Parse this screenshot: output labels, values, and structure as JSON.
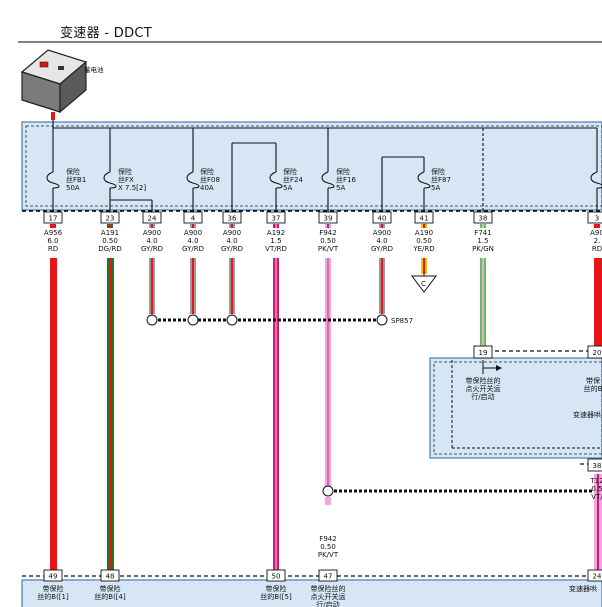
{
  "page": {
    "title": "变速器 - DDCT"
  },
  "battery": {
    "label": "蓄电池"
  },
  "fuses": [
    {
      "line1": "保险",
      "line2": "丝FB1",
      "line3": "50A"
    },
    {
      "line1": "保险",
      "line2": "丝FX",
      "line3": "X 7.5[2]"
    },
    {
      "line1": "保险",
      "line2": "丝F08",
      "line3": "40A"
    },
    {
      "line1": "保险",
      "line2": "丝F24",
      "line3": "5A"
    },
    {
      "line1": "保险",
      "line2": "丝F16",
      "line3": "5A"
    },
    {
      "line1": "保险",
      "line2": "丝F87",
      "line3": "5A"
    }
  ],
  "pins_top": [
    {
      "pin": "17",
      "code": "A956",
      "gauge": "6.0",
      "color": "RD"
    },
    {
      "pin": "23",
      "code": "A191",
      "gauge": "0.50",
      "color": "DG/RD"
    },
    {
      "pin": "24",
      "code": "A900",
      "gauge": "4.0",
      "color": "GY/RD"
    },
    {
      "pin": "4",
      "code": "A900",
      "gauge": "4.0",
      "color": "GY/RD"
    },
    {
      "pin": "36",
      "code": "A900",
      "gauge": "4.0",
      "color": "GY/RD"
    },
    {
      "pin": "37",
      "code": "A192",
      "gauge": "1.5",
      "color": "VT/RD"
    },
    {
      "pin": "39",
      "code": "F942",
      "gauge": "0.50",
      "color": "PK/VT"
    },
    {
      "pin": "40",
      "code": "A900",
      "gauge": "4.0",
      "color": "GY/RD"
    },
    {
      "pin": "41",
      "code": "A190",
      "gauge": "0.50",
      "color": "YE/RD"
    },
    {
      "pin": "38",
      "code": "F741",
      "gauge": "1.5",
      "color": "PK/GN"
    },
    {
      "pin": "3",
      "code": "A90",
      "gauge": "2.",
      "color": "RD"
    }
  ],
  "connector_c": {
    "label": "C"
  },
  "splice": {
    "label": "SP857"
  },
  "module_mid": {
    "pin_left": "19",
    "pin_right": "20",
    "label_left_1": "带保险丝的",
    "label_left_2": "点火开关运",
    "label_left_3": "行/启动",
    "label_right_1": "带保",
    "label_right_2": "丝的B",
    "label_module": "变速器哄",
    "pin_below": "38",
    "wire_below_code": "T12",
    "wire_below_gauge": "0.5",
    "wire_below_color": "VT/"
  },
  "wire_f942_lower": {
    "code": "F942",
    "gauge": "0.50",
    "color": "PK/VT"
  },
  "pins_bottom": [
    {
      "pin": "49",
      "line1": "带保险",
      "line2": "丝的B([1]"
    },
    {
      "pin": "48",
      "line1": "带保险",
      "line2": "丝的B([4]"
    },
    {
      "pin": "50",
      "line1": "带保险",
      "line2": "丝的B([5]"
    },
    {
      "pin": "47",
      "line1": "带保险丝的",
      "line2": "点火开关运",
      "line3": "行/启动"
    },
    {
      "pin": "24",
      "line1": "变速器哄"
    }
  ],
  "colors": {
    "red": "#e8141a",
    "dark_green": "#1f7a1f",
    "gray": "#9a9a9a",
    "violet": "#c0208a",
    "pink": "#f3a6d8",
    "yellow": "#f2c200",
    "green": "#5cc45c",
    "module_fill": "#d6e6f5",
    "module_edge": "#4a7fb5"
  },
  "icons": [
    "battery-icon",
    "fuse-icon",
    "ground-triangle-icon",
    "splice-node-icon"
  ]
}
